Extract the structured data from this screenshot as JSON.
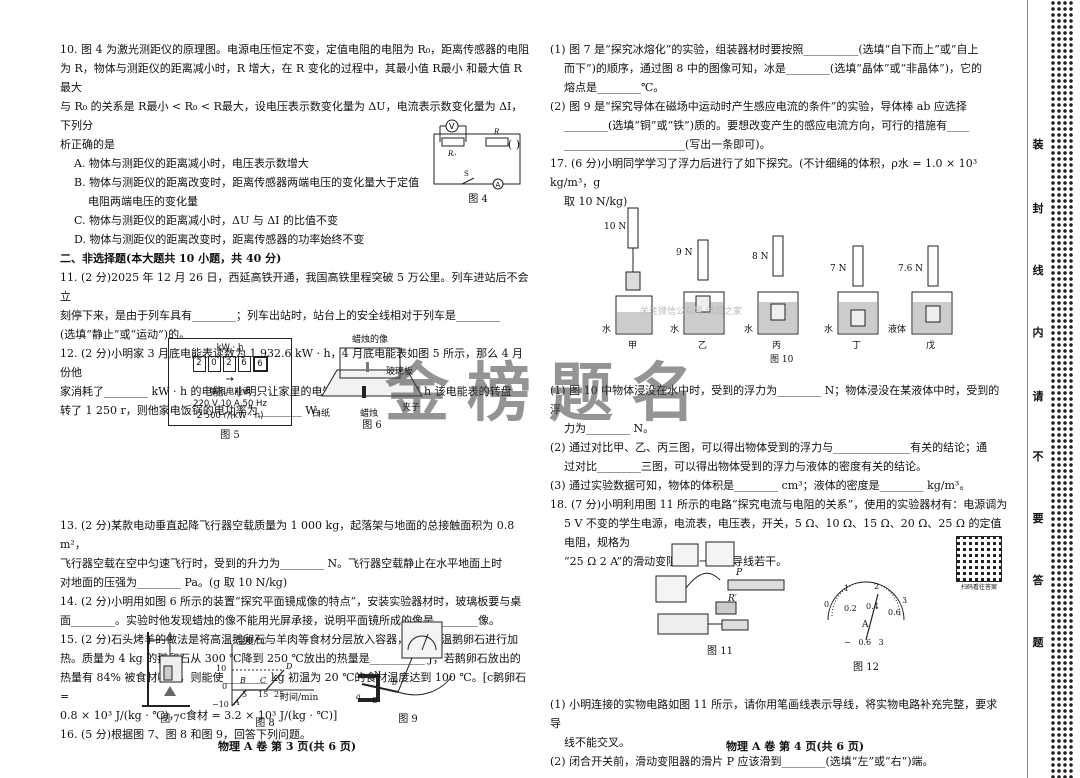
{
  "left": {
    "q10": {
      "l1": "10. 图 4 为激光测距仪的原理图。电源电压恒定不变，定值电阻的电阻为 R₀，距离传感器的电阻",
      "l2": "为 R，物体与测距仪的距离减小时，R 增大，在 R 变化的过程中，其最小值 R最小 和最大值 R最大",
      "l3": "与 R₀ 的关系是 R最小 < R₀ < R最大，设电压表示数变化量为 ΔU，电流表示数变化量为 ΔI，下列分",
      "l4": "析正确的是",
      "paren": "(      )",
      "A": "A. 物体与测距仪的距离减小时，电压表示数增大",
      "B1": "B. 物体与测距仪的距离改变时，距离传感器两端电压的变化量大于定值",
      "B2": "电阻两端电压的变化量",
      "C": "C. 物体与测距仪的距离减小时，ΔU 与 ΔI 的比值不变",
      "D": "D. 物体与测距仪的距离改变时，距离传感器的功率始终不变",
      "fig_caption": "图 4"
    },
    "section2": "二、非选择题(本大题共 10 小题，共 40 分)",
    "q11": {
      "l1": "11. (2 分)2025 年 12 月 26 日，西延高铁开通，我国高铁里程突破 5 万公里。列车进站后不会立",
      "l2": "刻停下来，是由于列车具有________；列车出站时，站台上的安全线相对于列车是________",
      "l3": "(选填“静止”或“运动”)的。"
    },
    "q12": {
      "l1": "12. (2 分)小明家 3 月底电能表读数为 1 932.6 kW · h，4 月底电能表如图 5 所示，那么 4 月份他",
      "l2": "家消耗了________ kW · h 的电能。小明只让家里的电饭锅工作，发现 0.5 h 该电能表的转盘",
      "l3": "转了 1 250 r，则他家电饭锅的电功率为________ W。"
    },
    "fig5": {
      "unit": "kW · h",
      "digits": [
        "2",
        "0",
        "2",
        "6",
        "6"
      ],
      "name": "单相电能表",
      "spec": "220 V  10 A  50 Hz",
      "rate": "2 500 r/(kW · h)",
      "caption": "图 5"
    },
    "fig6": {
      "image_label": "蜡烛的像",
      "glass_label": "玻璃板",
      "paper_label": "白纸",
      "candle_label": "蜡烛",
      "clip_label": "夹子",
      "caption": "图 6"
    },
    "q13": {
      "l1": "13. (2 分)某款电动垂直起降飞行器空载质量为 1 000 kg，起落架与地面的总接触面积为 0.8 m²，",
      "l2": "飞行器空载在空中匀速飞行时，受到的升力为________ N。飞行器空载静止在水平地面上时",
      "l3": "对地面的压强为________ Pa。(g 取 10 N/kg)"
    },
    "q14": {
      "l1": "14. (2 分)小明用如图 6 所示的装置“探究平面镜成像的特点”，安装实验器材时，玻璃板要与桌",
      "l2": "面________。实验时他发现蜡烛的像不能用光屏承接，说明平面镜所成的像是________像。"
    },
    "q15": {
      "l1": "15. (2 分)石头烤羊的做法是将高温鹅卵石与羊肉等食材分层放入容器，利用高温鹅卵石进行加",
      "l2": "热。质量为 4 kg 的鹅卵石从 300 ℃降到 250 ℃放出的热量是__________ J；若鹅卵石放出的",
      "l3": "热量有 84% 被食材吸收，则能使________ kg 初温为 20 ℃的食材温度达到 100 ℃。[c鹅卵石 =",
      "l4": "0.8 × 10³ J/(kg · ℃)，c食材 = 3.2 × 10³ J/(kg · ℃)]"
    },
    "q16": "16. (5 分)根据图 7、图 8 和图 9，回答下列问题。",
    "fig7_caption": "图 7",
    "fig8": {
      "ylabel": "温度/℃",
      "xlabel": "时间/min",
      "ticks_y": [
        "10",
        "0",
        "−10"
      ],
      "ticks_x": [
        "5",
        "15",
        "25"
      ],
      "points": [
        "A",
        "B",
        "C",
        "D"
      ],
      "caption": "图 8"
    },
    "fig9": {
      "N": "N",
      "S": "S",
      "a": "a",
      "b": "b",
      "caption": "图 9"
    },
    "footer": "物理 A 卷   第 3 页(共 6 页)"
  },
  "right": {
    "q16_1": {
      "l1": "(1) 图 7 是“探究冰熔化”的实验，组装器材时要按照__________(选填“自下而上”或“自上",
      "l2": "而下”)的顺序，通过图 8 中的图像可知，冰是________(选填“晶体”或“非晶体”)，它的",
      "l3": "熔点是________℃。"
    },
    "q16_2": {
      "l1": "(2) 图 9 是“探究导体在磁场中运动时产生感应电流的条件”的实验，导体棒 ab 应选择",
      "l2": "________(选填“铜”或“铁”)质的。要想改变产生的感应电流方向，可行的措施有____",
      "l3": "______________________(写出一条即可)。"
    },
    "q17": {
      "l1": "17. (6 分)小明同学学习了浮力后进行了如下探究。(不计细绳的体积，ρ水 = 1.0 × 10³ kg/m³，g",
      "l2": "取 10 N/kg)"
    },
    "fig10": {
      "readings": [
        "10 N",
        "9 N",
        "8 N",
        "7 N",
        "7.6 N"
      ],
      "liquids": [
        "水",
        "水",
        "水",
        "水",
        "液体"
      ],
      "labels": [
        "甲",
        "乙",
        "丙",
        "丁",
        "戊"
      ],
      "caption": "图 10"
    },
    "q17_1": {
      "l1": "(1) 图 10 中物体浸没在水中时，受到的浮力为________ N；物体浸没在某液体中时，受到的浮",
      "l2": "力为________ N。"
    },
    "q17_2": {
      "l1": "(2) 通过对比甲、乙、丙三图，可以得出物体受到的浮力与______________有关的结论；通",
      "l2": "过对比________三图，可以得出物体受到的浮力与液体的密度有关的结论。"
    },
    "q17_3": "(3) 通过实验数据可知，物体的体积是________ cm³；液体的密度是________ kg/m³。",
    "q18": {
      "l1": "18. (7 分)小明利用图 11 所示的电路“探究电流与电阻的关系”，使用的实验器材有：电源调为",
      "l2": "5 V 不变的学生电源，电流表，电压表，开关，5 Ω、10 Ω、15 Ω、20 Ω、25 Ω 的定值电阻，规格为",
      "l3": "“25 Ω   2 A”的滑动变阻器各一个，导线若干。"
    },
    "fig11": {
      "P": "P",
      "Rprime": "R′",
      "caption": "图 11"
    },
    "fig12": {
      "ticks_top": [
        "0",
        "1",
        "2",
        "3"
      ],
      "ticks_bottom": [
        "0.2",
        "0.4",
        "0.6"
      ],
      "unit": "A",
      "terminals": "−   0.6   3",
      "caption": "图 12"
    },
    "qr_label": "扫码看往答案",
    "q18_1": {
      "l1": "(1) 小明连接的实物电路如图 11 所示，请你用笔画线表示导线，将实物电路补充完整，要求导",
      "l2": "线不能交叉。"
    },
    "q18_2": "(2) 闭合开关前，滑动变阻器的滑片 P 应该滑到________(选填“左”或“右”)端。",
    "footer": "物理 A 卷   第 4 页(共 6 页)"
  },
  "binding": {
    "words": [
      "装",
      "封",
      "线",
      "内",
      "请",
      "不",
      "要",
      "答",
      "题"
    ]
  },
  "watermark": "金榜题名",
  "faint_watermark": "关注微信公众号 试题之家"
}
